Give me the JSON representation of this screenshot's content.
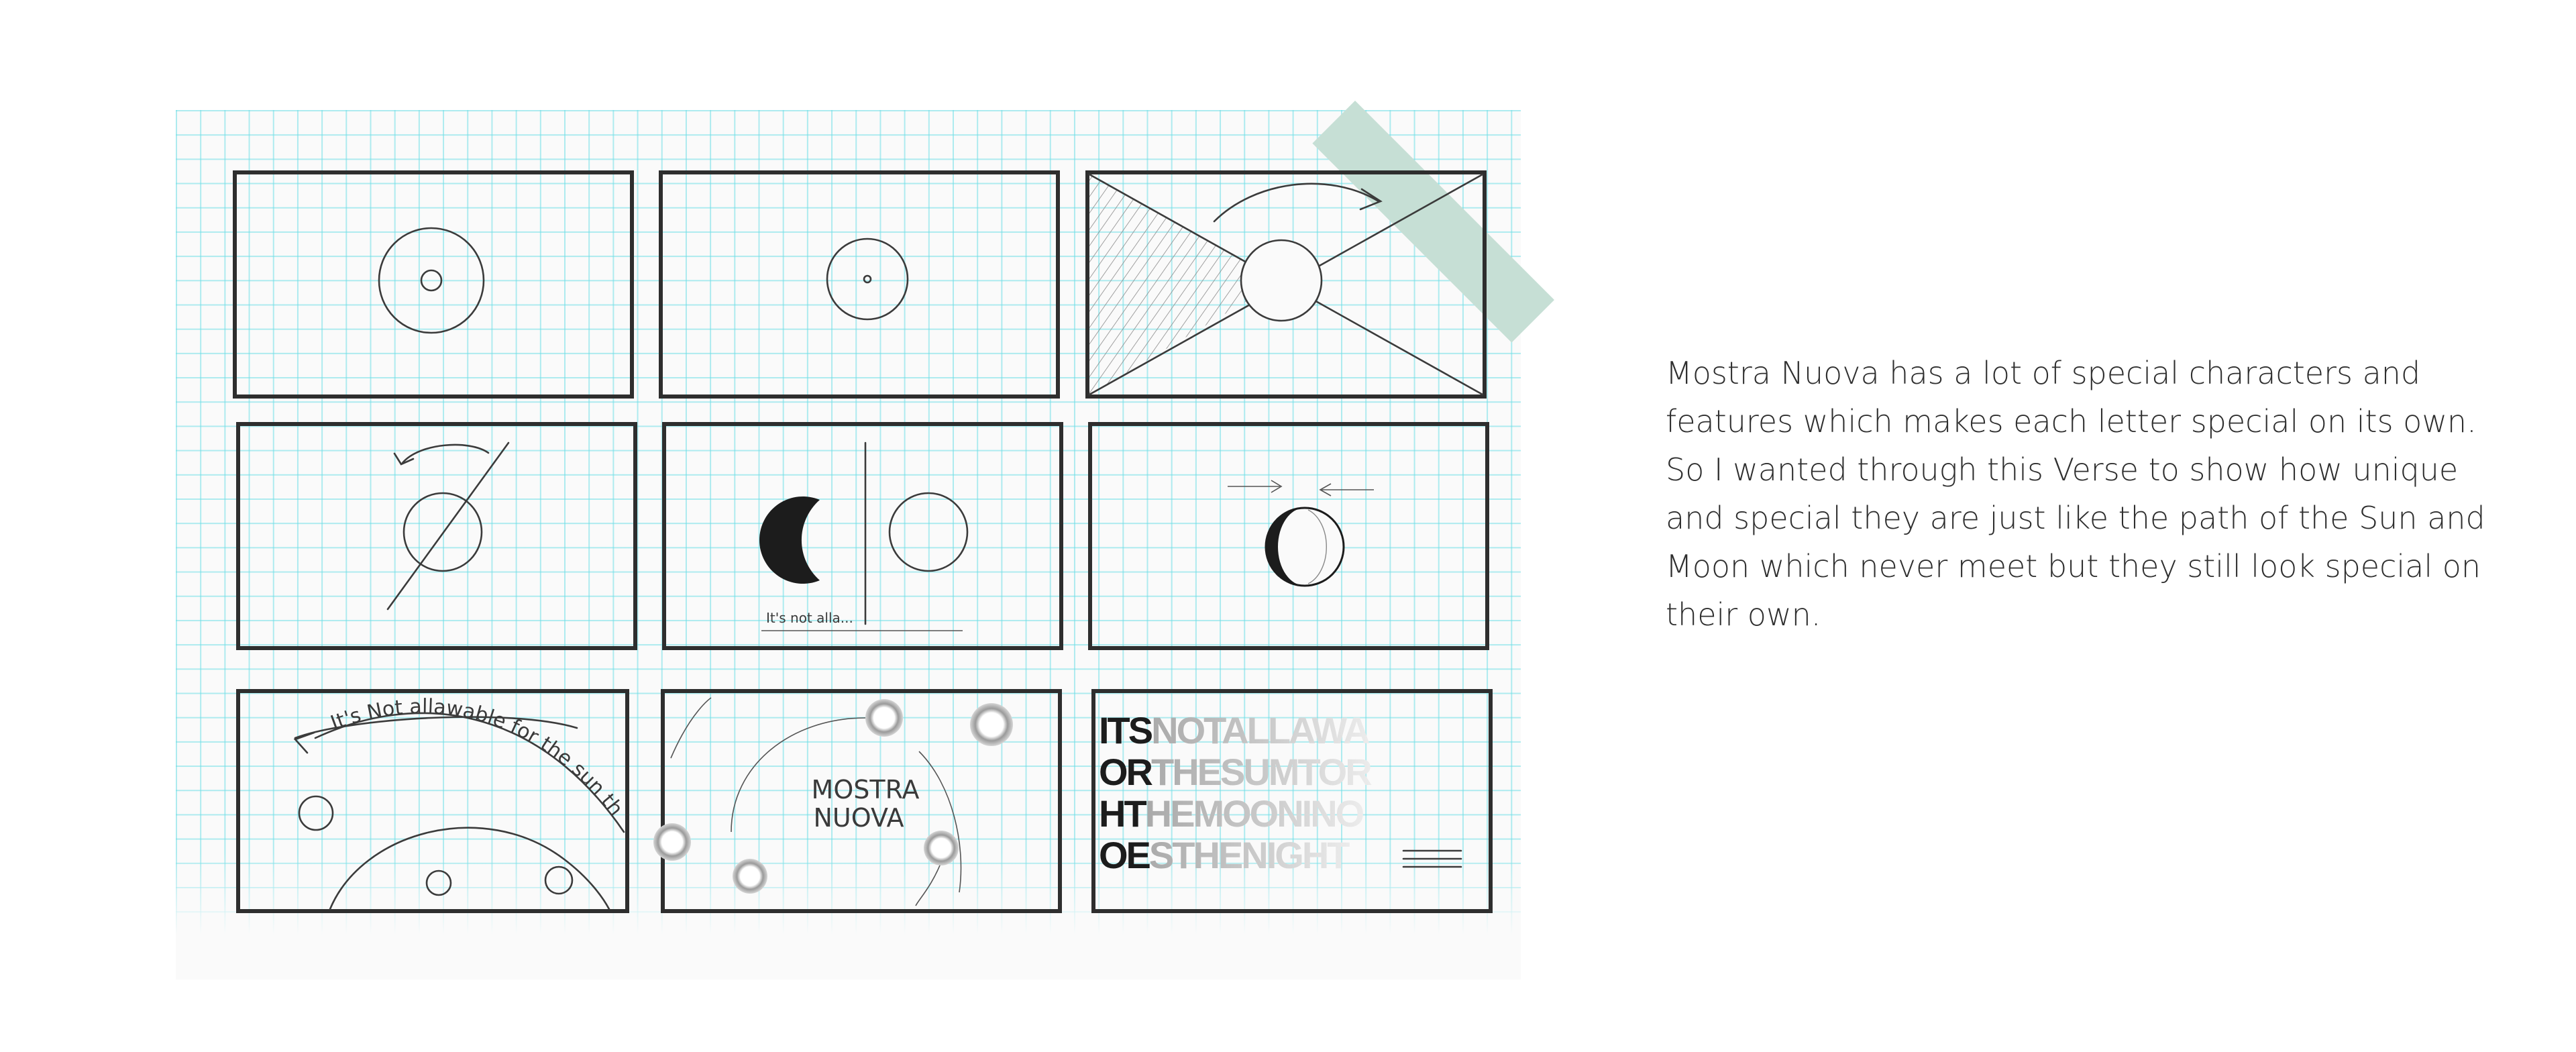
{
  "storyboard": {
    "panel_5_caption": "It's not alla...",
    "panel_7_arc_text": "It's Not allawable for the sun th",
    "panel_8_title_line1": "MOSTRA",
    "panel_8_title_line2": "NUOVA",
    "panel_9_poster_lines": [
      {
        "dark": "ITS",
        "light": "NOTALLAWA"
      },
      {
        "dark": "OR",
        "light": "THESUMTOR"
      },
      {
        "dark": "HT",
        "light": "HEMOONINO"
      },
      {
        "dark": "OE",
        "light": "STHENIGHT"
      }
    ]
  },
  "description": {
    "text": "Mostra Nuova has a lot of special characters and features which makes each letter special on its own. So I wanted through this Verse to show how unique and special they are just like the path of the Sun and Moon which never meet but they still look special on their own."
  }
}
